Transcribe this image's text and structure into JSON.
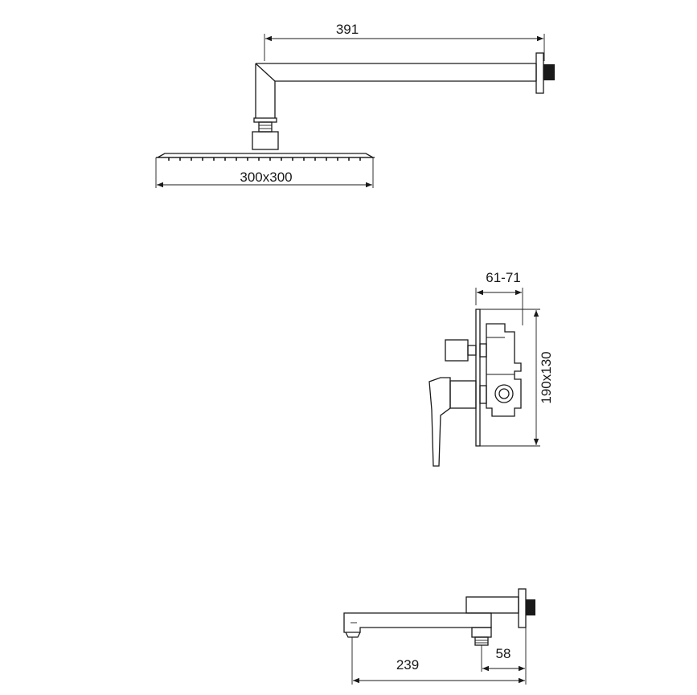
{
  "dimensions": {
    "shower_arm_length": "391",
    "shower_head_size": "300x300",
    "mixer_depth": "61-71",
    "mixer_plate_size": "190x130",
    "spout_length": "239",
    "spout_offset": "58"
  }
}
